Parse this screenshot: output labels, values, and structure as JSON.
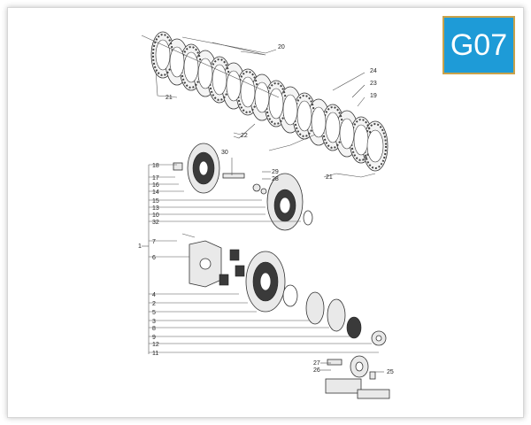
{
  "badge": {
    "code": "G07",
    "bg_color": "#1e9bd7",
    "border_color": "#c9a24a"
  },
  "callouts": {
    "c20": "20",
    "c21a": "21",
    "c24": "24",
    "c23": "23",
    "c19": "19",
    "c22": "22",
    "c21b": "21",
    "c30": "30",
    "c29": "29",
    "c28": "28",
    "c18": "18",
    "c17": "17",
    "c16": "16",
    "c14": "14",
    "c15": "15",
    "c13": "13",
    "c10": "10",
    "c32": "32",
    "c1": "1",
    "c7": "7",
    "c6": "6",
    "c4": "4",
    "c2": "2",
    "c5": "5",
    "c3": "3",
    "c8": "8",
    "c9": "9",
    "c12": "12",
    "c11": "11",
    "c27": "27",
    "c26": "26",
    "c25": "25"
  }
}
